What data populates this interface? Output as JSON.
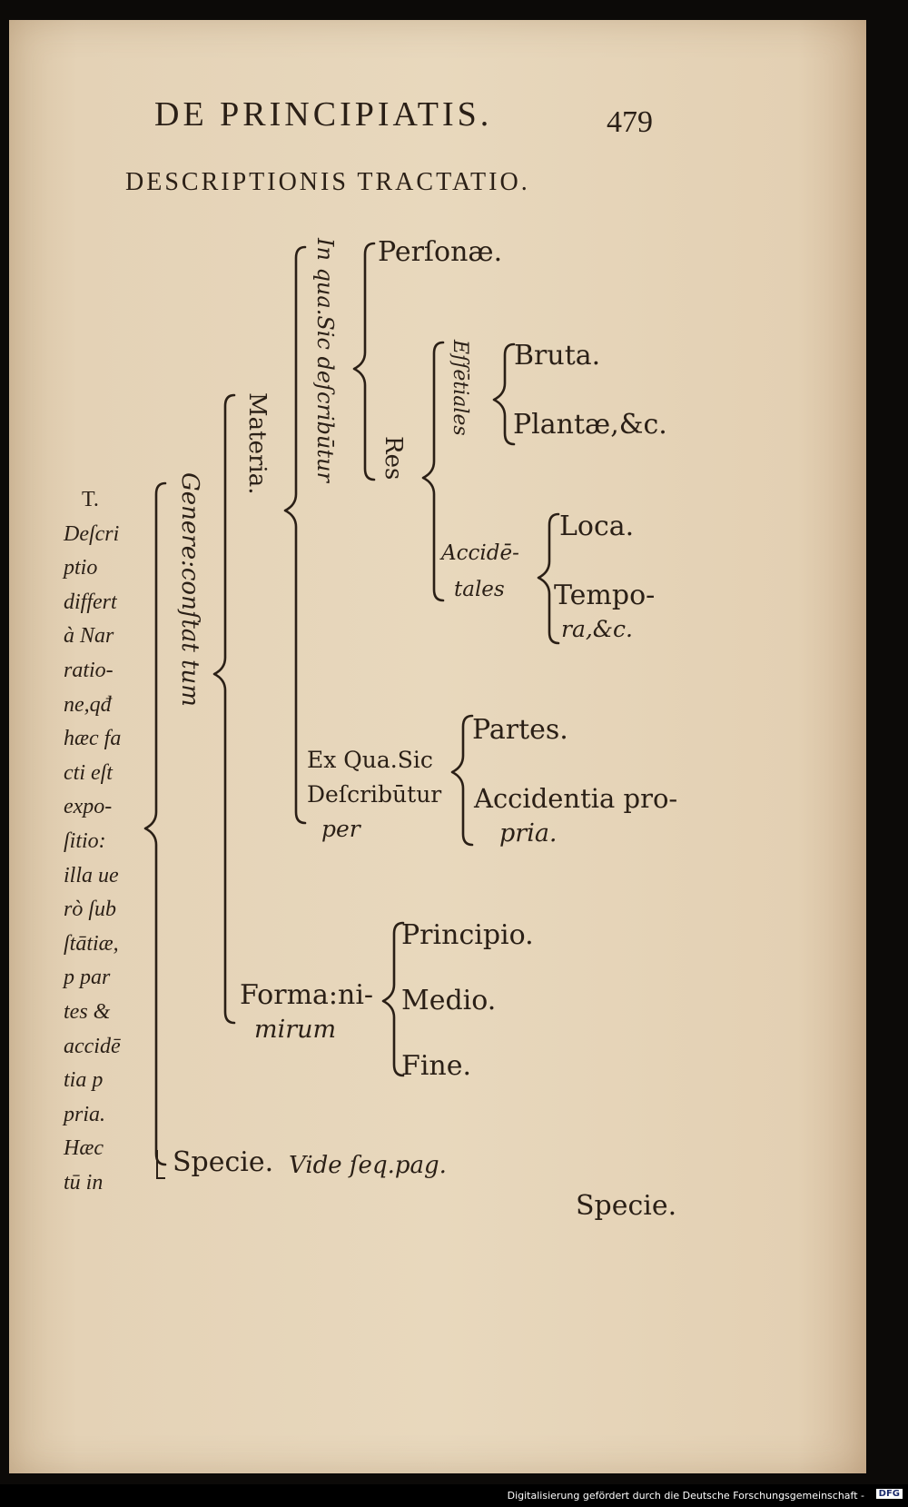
{
  "header": {
    "running_title": "DE PRINCIPIATIS.",
    "page_number": "479",
    "section_title": "DESCRIPTIONIS TRACTATIO."
  },
  "left_note": [
    "T.",
    "Deſcri",
    "ptio",
    "differt",
    "à Nar",
    "ratio-",
    "ne,qđ",
    "hæc fa",
    "cti eſt",
    "expo-",
    "ſitio:",
    "illa ue",
    "rò ſub",
    "ſtātiæ,",
    "p par",
    "tes &",
    "accidē",
    "tia p",
    "pria.",
    "Hæc",
    "tū in"
  ],
  "tree": {
    "genere": "Genere:conſtat tum",
    "materia": "Materia.",
    "in_qua": "In qua.Sic deſcribūtur",
    "personae": "Perſonæ.",
    "res": "Res",
    "essentiales": "Eſſētiales",
    "bruta": "Bruta.",
    "plantae": "Plantæ,&c.",
    "accidentales_1": "Accidē-",
    "accidentales_2": "tales",
    "loca": "Loca.",
    "tempora_1": "Tempo-",
    "tempora_2": "ra,&c.",
    "ex_qua_1": "Ex Qua.Sic",
    "ex_qua_2": "Deſcribūtur",
    "ex_qua_3": "per",
    "partes": "Partes.",
    "accidentia_1": "Accidentia pro-",
    "accidentia_2": "pria.",
    "forma_1": "Forma:ni-",
    "forma_2": "mirum",
    "principio": "Principio.",
    "medio": "Medio.",
    "fine": "Fine.",
    "specie": "Specie.",
    "vide": "Vide ſeq.pag."
  },
  "catchword": "Specie.",
  "footer": {
    "credit": "Digitalisierung gefördert durch die Deutsche Forschungsgemeinschaft -",
    "logo": "DFG"
  }
}
